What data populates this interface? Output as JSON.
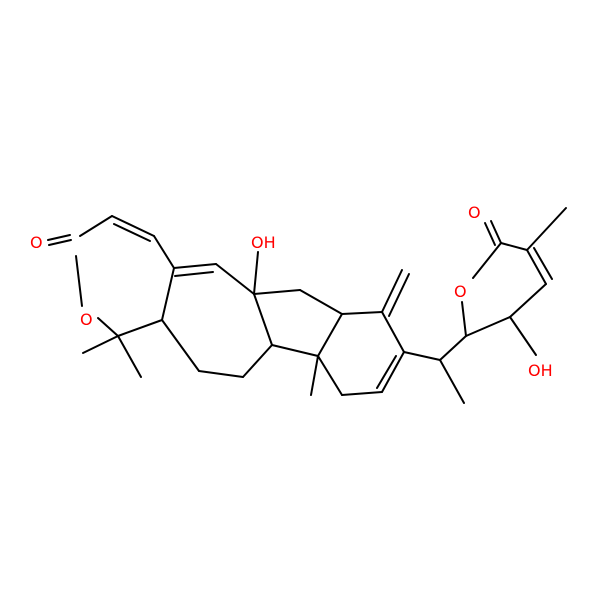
{
  "molecule": {
    "atom_labels": {
      "o_ketone_left": "O",
      "o_ring_left": "O",
      "oh_center": "OH",
      "o_lactone_carbonyl": "O",
      "o_lactone_ring": "O",
      "oh_right": "OH"
    },
    "colors": {
      "bond": "#000000",
      "oxygen": "#ff0000"
    }
  }
}
